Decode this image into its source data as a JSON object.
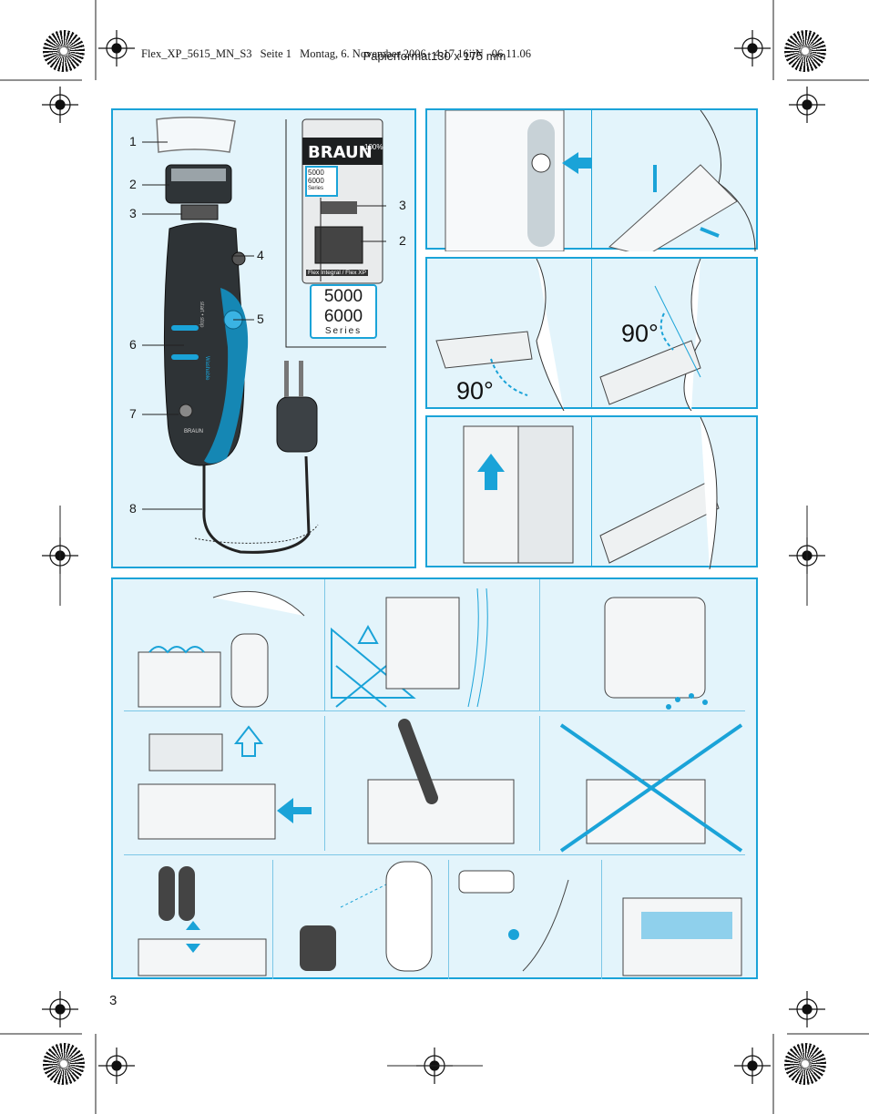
{
  "header": {
    "paper_format": "Papierformat130 x 175 mm",
    "file_line": [
      "Flex_XP_5615_MN_S3",
      "Seite 1",
      "Montag, 6. November 2006",
      "4:17 16ĳN",
      "06.11.06"
    ]
  },
  "parts_panel": {
    "labels": [
      "1",
      "2",
      "3",
      "4",
      "5",
      "6",
      "7",
      "8"
    ],
    "pack_labels": [
      "3",
      "2"
    ],
    "pack_brand": "BRAUN",
    "pack_badge": "100%",
    "pack_series_small": [
      "5000",
      "6000",
      "Series"
    ],
    "pack_footer": "Flex Integral / Flex XP",
    "series_box": {
      "line1": "5000",
      "line2": "6000",
      "line3": "Series"
    },
    "shaver_text": [
      "start • stop",
      "Washable",
      "BRAUN"
    ]
  },
  "angle_panel": {
    "left_angle": "90°",
    "right_angle": "90°"
  },
  "page_number": "3",
  "colors": {
    "accent": "#1aa3d8",
    "panel_bg": "#e3f4fb"
  }
}
